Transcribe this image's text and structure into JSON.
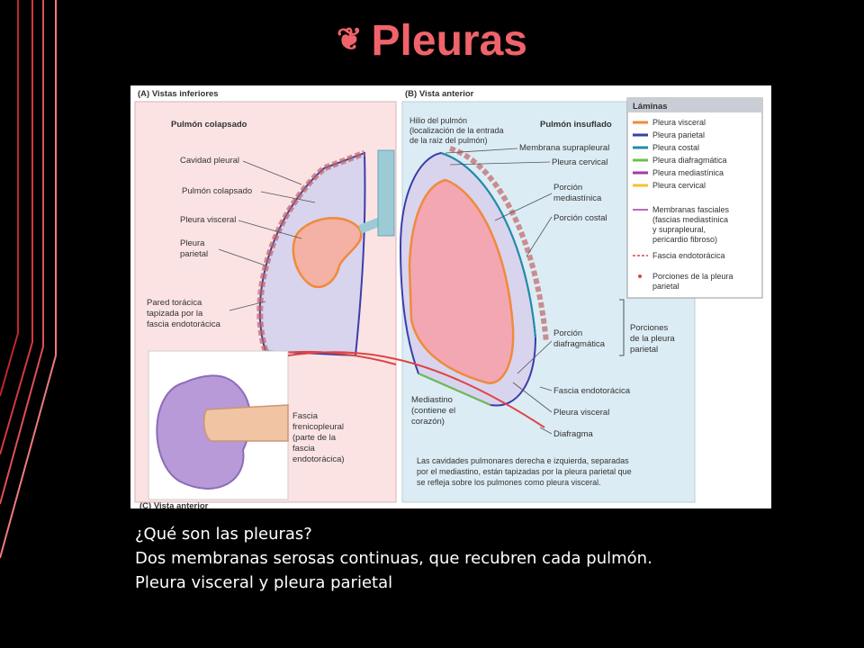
{
  "slide": {
    "title": "Pleuras",
    "title_glyph": "fleuron-icon",
    "accent_color": "#f0636b"
  },
  "figure": {
    "panel_a": {
      "heading": "(A) Vistas inferiores",
      "subtitle": "Pulmón colapsado",
      "labels": [
        "Cavidad pleural",
        "Pulmón colapsado",
        "Pleura visceral",
        "Pleura",
        "parietal",
        "Pared torácica",
        "tapizada por la",
        "fascia endotorácica"
      ],
      "fascia": [
        "Fascia",
        "frenicopleural",
        "(parte de la",
        "fascia",
        "endotorácica)"
      ]
    },
    "panel_b": {
      "heading": "(B) Vista anterior",
      "subtitle": "Pulmón insuflado",
      "hilio": [
        "Hilio del pulmón",
        "(localización de la entrada",
        "de la raíz del pulmón)"
      ],
      "right_labels": [
        "Membrana suprapleural",
        "Pleura cervical",
        "Porción",
        "mediastínica",
        "Porción costal",
        "Porción",
        "diafragmática",
        "Fascia endotorácica",
        "Pleura visceral",
        "Diafragma"
      ],
      "mediastino": [
        "Mediastino",
        "(contiene el",
        "corazón)"
      ],
      "porciones": [
        "Porciones",
        "de la pleura",
        "parietal"
      ],
      "caption": [
        "Las cavidades pulmonares derecha e izquierda, separadas",
        "por el mediastino, están tapizadas por la pleura parietal que",
        "se refleja sobre los pulmones como pleura visceral."
      ]
    },
    "panel_c": {
      "heading": "(C) Vista anterior"
    },
    "legend": {
      "title": "Láminas",
      "items": [
        {
          "label": "Pleura visceral",
          "color": "#f08a3c"
        },
        {
          "label": "Pleura parietal",
          "color": "#3b3ea8"
        },
        {
          "label": "Pleura costal",
          "color": "#1f8fa8"
        },
        {
          "label": "Pleura diafragmática",
          "color": "#6cc04a"
        },
        {
          "label": "Pleura mediastínica",
          "color": "#a23aa8"
        },
        {
          "label": "Pleura cervical",
          "color": "#f2c230"
        }
      ],
      "fascial": [
        "Membranas fasciales",
        "(fascias mediastínica",
        "y suprapleural,",
        "pericardio fibroso)"
      ],
      "endo": "Fascia endotorácica",
      "porciones": [
        "Porciones de la pleura",
        "parietal"
      ]
    }
  },
  "caption": {
    "line1": "¿Qué son las pleuras?",
    "line2": "Dos membranas serosas continuas, que recubren cada pulmón.",
    "line3": "Pleura visceral y pleura parietal"
  }
}
